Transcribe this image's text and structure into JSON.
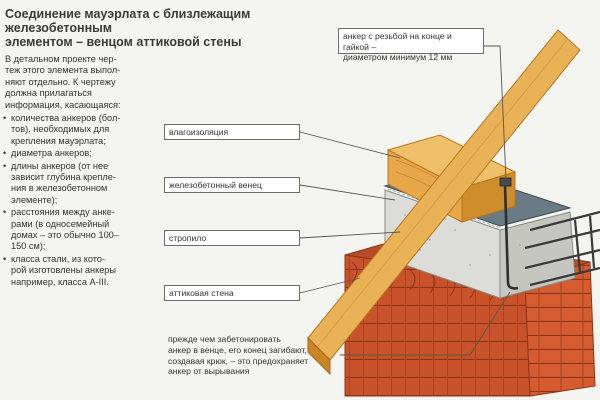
{
  "title": {
    "line1": "Соединение мауэрлата с близлежащим железобетонным",
    "line2": "элементом – венцом аттиковой стены"
  },
  "intro": {
    "lines": [
      "В детальном проекте чер-",
      "теж этого элемента выпол-",
      "няют отдельно. К чертежу",
      "должна прилагаться",
      "информация, касающаяся:"
    ]
  },
  "bullets": [
    {
      "lines": [
        "количества анкеров (бол-",
        "тов), необходимых для",
        "крепления мауэрлата;"
      ]
    },
    {
      "lines": [
        "диаметра анкеров;"
      ]
    },
    {
      "lines": [
        "длины анкеров (от нее",
        "зависит глубина крепле-",
        "ния в железобетонном",
        "элементе);"
      ]
    },
    {
      "lines": [
        "расстояния между анке-",
        "рами (в односемейный",
        "домах – это обычно 100–",
        "150 см);"
      ]
    },
    {
      "lines": [
        "класса стали, из кото-",
        "рой изготовлены анкеры",
        "например, класса А-III."
      ]
    }
  ],
  "callouts": {
    "anchor": {
      "line1": "анкер с резьбой на конце и гайкой –",
      "line2": "диаметром минимум 12 мм"
    },
    "waterproofing": "влагоизоляция",
    "ring_beam": "железобетонный венец",
    "rafter": "стропило",
    "attic_wall": "аттиковая стена"
  },
  "note": {
    "lines": [
      "прежде чем забетонировать",
      "анкер в венце, его конец загибают,",
      "создавая крюк, – это предохраняет",
      "анкер от вырывания"
    ]
  },
  "colors": {
    "background": "#f4f4f1",
    "brick": "#c8532a",
    "brick_dark": "#9c3a1c",
    "concrete": "#dcdcd8",
    "wood": "#e8a84a",
    "wood_dark": "#c98526",
    "rebar": "#3a3a3a",
    "leader_line": "#555555"
  },
  "icons": [
    "brick-wall-illustration",
    "ring-beam-illustration",
    "wall-plate-illustration",
    "rafter-illustration",
    "anchor-bolt-illustration"
  ]
}
